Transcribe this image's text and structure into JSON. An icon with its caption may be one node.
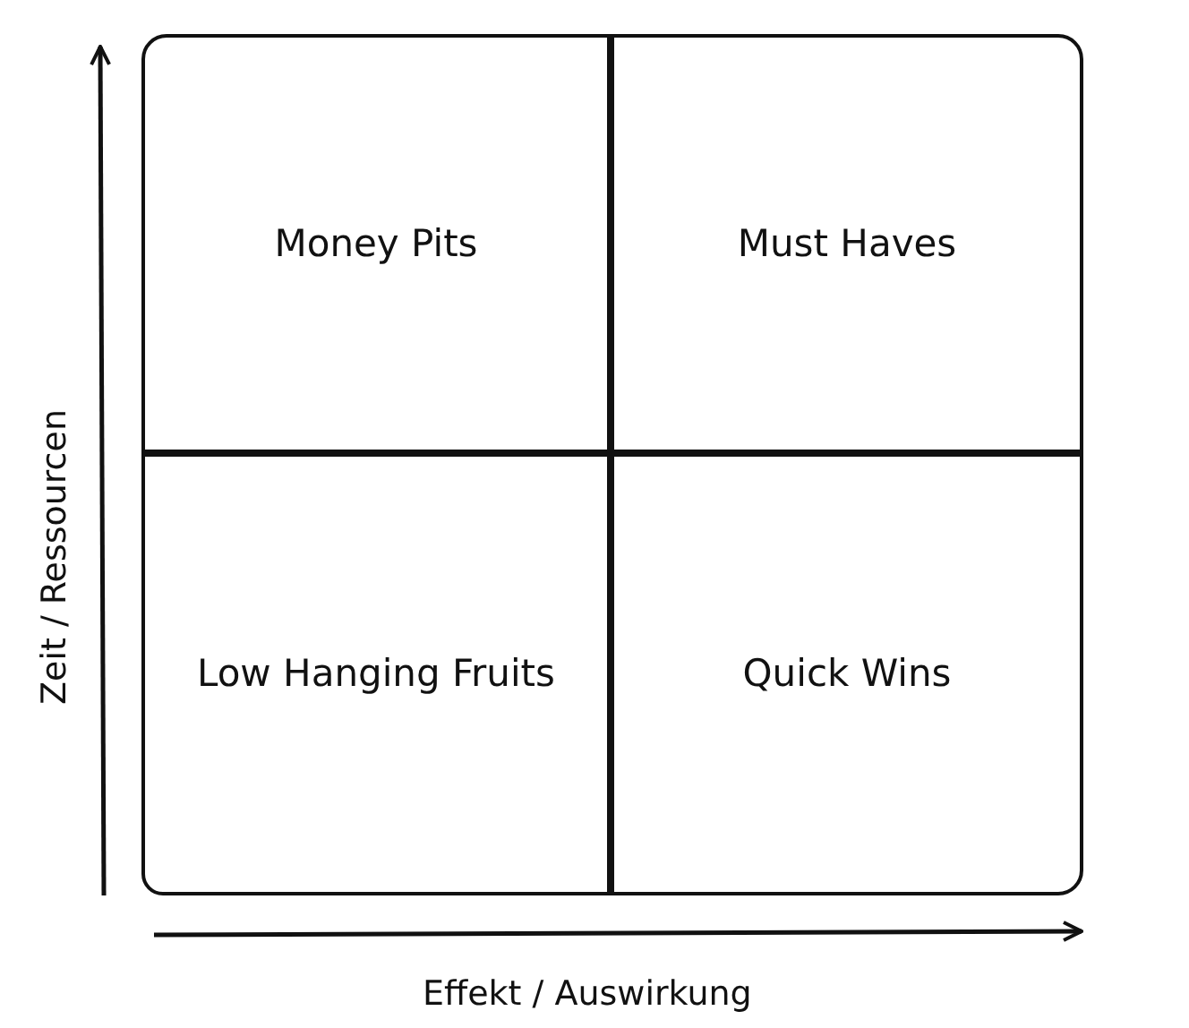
{
  "diagram": {
    "nodes": [
      {
        "text": [
          "Money Pits"
        ]
      },
      {
        "text": [
          "Must Haves"
        ]
      },
      {
        "text": [
          "Low Hanging Fruits"
        ]
      },
      {
        "text": [
          "Quick Wins"
        ]
      }
    ],
    "labels": [
      "Zeit / Ressourcen",
      "Effekt / Auswirkung"
    ]
  }
}
